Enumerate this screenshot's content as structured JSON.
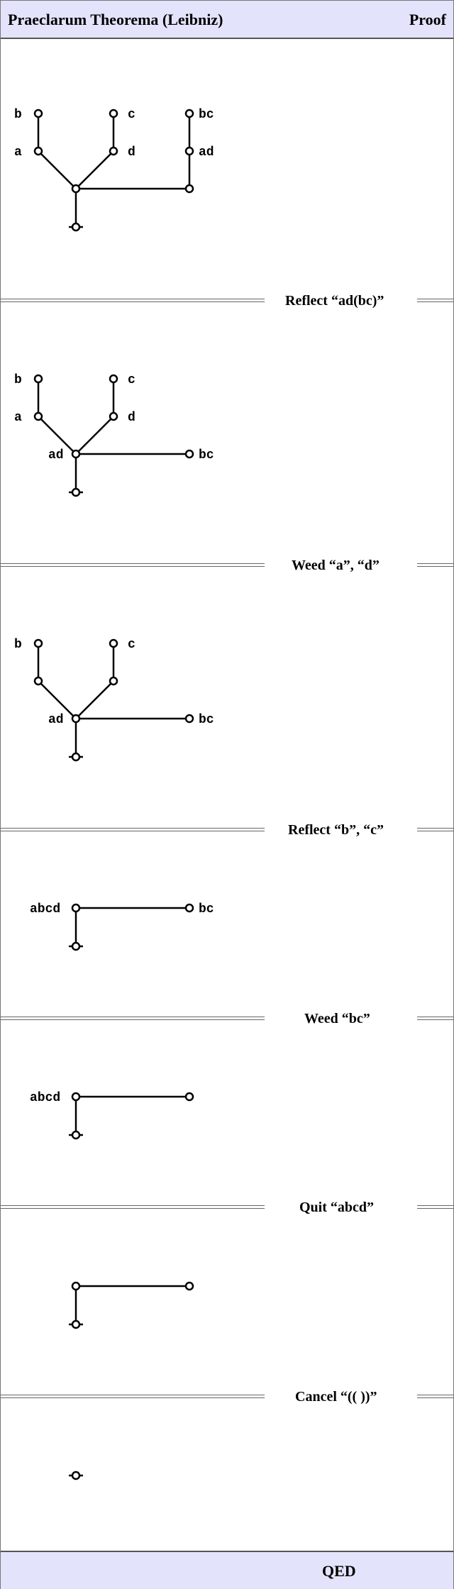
{
  "header": {
    "title": "Praeclarum Theorema (Leibniz)",
    "right_label": "Proof"
  },
  "footer": {
    "label": "QED"
  },
  "steps": [
    {
      "label": "Reflect “ad(bc)”"
    },
    {
      "label": "Weed “a”, “d”"
    },
    {
      "label": "Reflect “b”, “c”"
    },
    {
      "label": "Weed “bc”"
    },
    {
      "label": "Quit “abcd”"
    },
    {
      "label": "Cancel “(( ))”"
    }
  ],
  "graphs": [
    {
      "labels": {
        "b": "b",
        "c": "c",
        "bc": "bc",
        "a": "a",
        "d": "d",
        "ad": "ad"
      }
    },
    {
      "labels": {
        "b": "b",
        "c": "c",
        "a": "a",
        "d": "d",
        "ad": "ad",
        "bc": "bc"
      }
    },
    {
      "labels": {
        "b": "b",
        "c": "c",
        "ad": "ad",
        "bc": "bc"
      }
    },
    {
      "labels": {
        "abcd": "abcd",
        "bc": "bc"
      }
    },
    {
      "labels": {
        "abcd": "abcd"
      }
    },
    {
      "labels": {}
    },
    {
      "labels": {}
    }
  ],
  "colors": {
    "header_bg": "#e3e4fb",
    "line": "#000000"
  }
}
